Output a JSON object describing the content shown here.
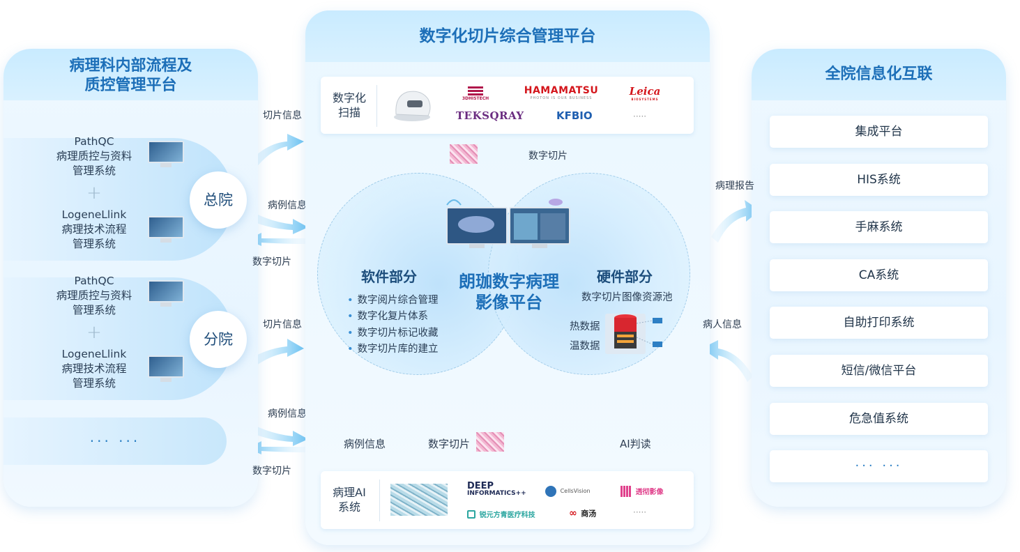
{
  "left_panel": {
    "title_line1": "病理科内部流程及",
    "title_line2": "质控管理平台",
    "groups": [
      {
        "hospital": "总院",
        "sys1": [
          "PathQC",
          "病理质控与资料",
          "管理系统"
        ],
        "plus": "+",
        "sys2": [
          "LogeneLlink",
          "病理技术流程",
          "管理系统"
        ]
      },
      {
        "hospital": "分院",
        "sys1": [
          "PathQC",
          "病理质控与资料",
          "管理系统"
        ],
        "plus": "+",
        "sys2": [
          "LogeneLlink",
          "病理技术流程",
          "管理系统"
        ]
      }
    ],
    "more": "··· ···"
  },
  "flow_labels": {
    "l1": "切片信息",
    "l2": "病例信息",
    "l3": "数字切片",
    "l4": "切片信息",
    "l5": "病例信息",
    "l6": "数字切片",
    "c_top": "数字切片",
    "c_bottom_left": "病例信息",
    "c_bottom_mid": "数字切片",
    "c_bottom_right": "AI判读",
    "r1": "病理报告",
    "r2": "病人信息"
  },
  "center_panel": {
    "title": "数字化切片综合管理平台",
    "scan_label": [
      "数字化",
      "扫描"
    ],
    "scan_logos": [
      "3DHISTECH",
      "HAMAMATSU",
      "PHOTON IS OUR BUSINESS",
      "Leica",
      "BIOSYSTEMS",
      "TEKSQRAY",
      "KFBIO",
      "·····"
    ],
    "software_title": "软件部分",
    "software_items": [
      "数字阅片综合管理",
      "数字化复片体系",
      "数字切片标记收藏",
      "数字切片库的建立"
    ],
    "core_title": [
      "朗珈数字病理",
      "影像平台"
    ],
    "hardware_title": "硬件部分",
    "hardware_subtitle": "数字切片图像资源池",
    "hot_data": "热数据",
    "warm_data": "温数据",
    "ai_label": [
      "病理AI",
      "系统"
    ],
    "ai_logos": [
      "DEEP",
      "INFORMATICS++",
      "CellsVision",
      "透彻影像",
      "锐元方青医疗科技",
      "商汤",
      "·····"
    ]
  },
  "right_panel": {
    "title": "全院信息化互联",
    "items": [
      "集成平台",
      "HIS系统",
      "手麻系统",
      "CA系统",
      "自助打印系统",
      "短信/微信平台",
      "危急值系统",
      "··· ···"
    ]
  },
  "colors": {
    "accent": "#1d6fb8",
    "arrow": "#8ed0f5",
    "panel_bg": "#eaf6ff",
    "panel_head": "#c9ebff"
  }
}
